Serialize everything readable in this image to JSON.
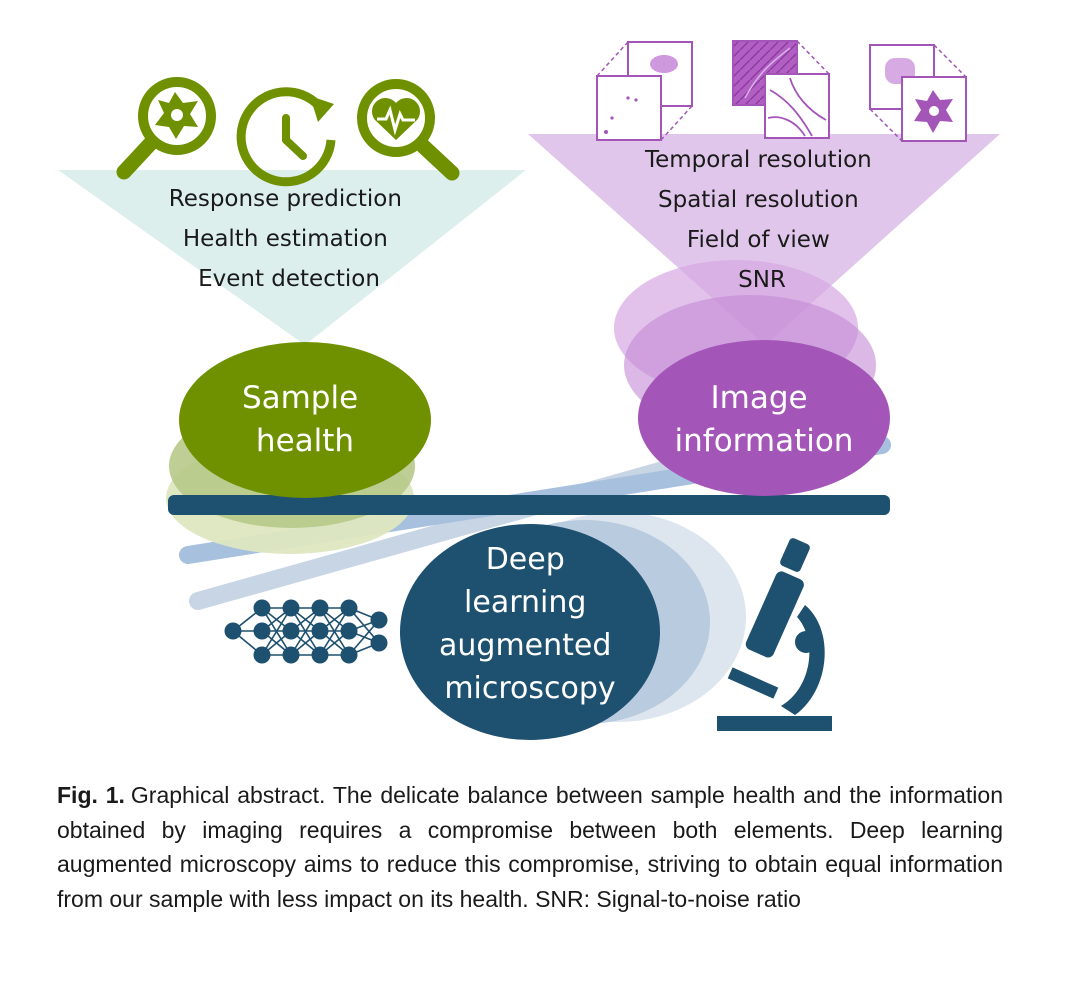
{
  "health_panel": {
    "lines": [
      "Response prediction",
      "Health estimation",
      "Event detection"
    ],
    "icons": [
      "cell-magnifier-icon",
      "clock-refresh-icon",
      "heart-magnifier-icon"
    ]
  },
  "image_panel": {
    "lines": [
      "Temporal resolution",
      "Spatial resolution",
      "Field of view",
      "SNR"
    ],
    "icons": [
      "temporal-stack-icon",
      "spatial-resolution-icon",
      "field-of-view-icon"
    ]
  },
  "nodes": {
    "sample_health": [
      "Sample",
      "health"
    ],
    "image_information": [
      "Image",
      "information"
    ],
    "deep_learning": [
      "Deep",
      "learning",
      "augmented",
      "microscopy"
    ]
  },
  "extra_icons": [
    "neural-network-icon",
    "microscope-icon"
  ],
  "colors": {
    "green": "#6f9100",
    "purple": "#a455b8",
    "navy": "#1e506f",
    "teal_panel": "#dcefed",
    "lilac_panel": "#e1c6eb"
  },
  "caption": {
    "lead": "Fig. 1.",
    "text": "Graphical abstract. The delicate balance between sample health and the information obtained by imaging requires a compromise between both elements. Deep learning augmented microscopy aims to reduce this compromise, striving to obtain equal information from our sample with less impact on its health. SNR: Signal-to-noise ratio"
  }
}
